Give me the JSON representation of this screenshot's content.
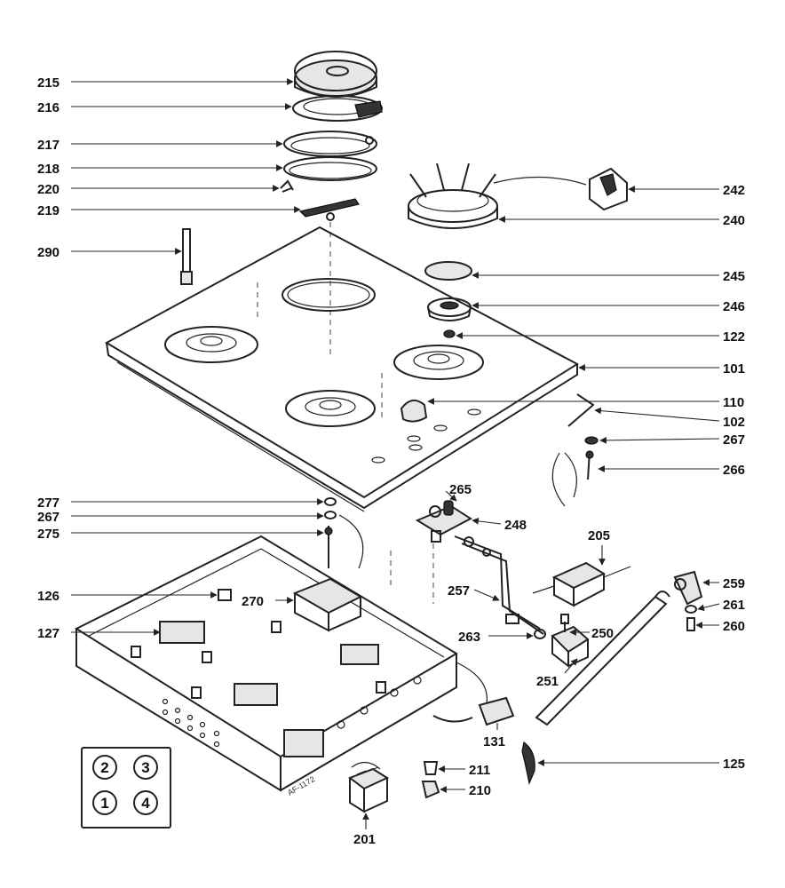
{
  "labels": {
    "l215": "215",
    "l216": "216",
    "l217": "217",
    "l218": "218",
    "l220": "220",
    "l219": "219",
    "l290": "290",
    "l242": "242",
    "l240": "240",
    "l245": "245",
    "l246": "246",
    "l122": "122",
    "l101": "101",
    "l110": "110",
    "l102": "102",
    "l267a": "267",
    "l266": "266",
    "l265": "265",
    "l277": "277",
    "l267b": "267",
    "l275": "275",
    "l248": "248",
    "l205": "205",
    "l126": "126",
    "l270": "270",
    "l257": "257",
    "l259": "259",
    "l261": "261",
    "l260": "260",
    "l127": "127",
    "l263": "263",
    "l250": "250",
    "l251": "251",
    "l131": "131",
    "l125": "125",
    "l211": "211",
    "l210": "210",
    "l201": "201"
  },
  "burner_layout": [
    "2",
    "3",
    "1",
    "4"
  ],
  "stamp": "AF-1172"
}
